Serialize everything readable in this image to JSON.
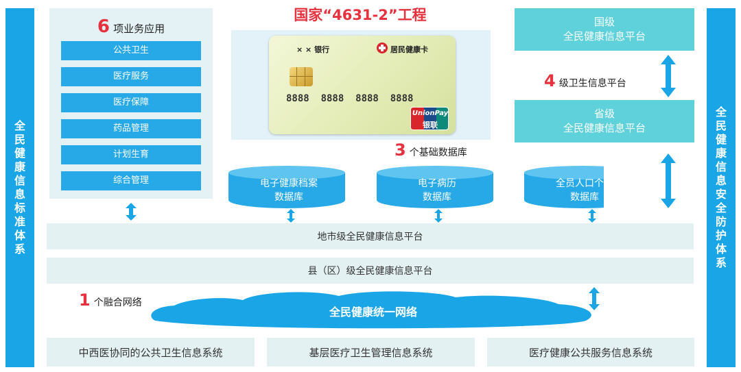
{
  "left_side": {
    "label": "全民健康信息标准体系"
  },
  "right_side": {
    "label": "全民健康信息安全防护体系"
  },
  "title": {
    "text": "国家“4631-2”工程"
  },
  "apps": {
    "number": "6",
    "label": "项业务应用",
    "items": [
      "公共卫生",
      "医疗服务",
      "医疗保障",
      "药品管理",
      "计划生育",
      "综合管理"
    ]
  },
  "card": {
    "bank": "× × 银行",
    "brand": "居民健康卡",
    "number": "8888  8888  8888  8888",
    "unionpay_en": "UnionPay",
    "unionpay_cn": "银联"
  },
  "databases": {
    "number": "3",
    "label": "个基础数据库",
    "items": [
      {
        "line1": "电子健康档案",
        "line2": "数据库"
      },
      {
        "line1": "电子病历",
        "line2": "数据库"
      },
      {
        "line1": "全员人口个案",
        "line2": "数据库"
      }
    ]
  },
  "platforms": {
    "national": {
      "line1": "国级",
      "line2": "全民健康信息平台"
    },
    "level_number": "4",
    "level_label": "级卫生信息平台",
    "provincial": {
      "line1": "省级",
      "line2": "全民健康信息平台"
    },
    "city": "地市级全民健康信息平台",
    "county": "县（区）级全民健康信息平台"
  },
  "network": {
    "number": "1",
    "label": "个融合网络",
    "cloud_text": "全民健康统一网络"
  },
  "bottom_systems": [
    "中西医协同的公共卫生信息系统",
    "基层医疗卫生管理信息系统",
    "医疗健康公共服务信息系统"
  ],
  "colors": {
    "accent_blue": "#1aa6e6",
    "teal": "#5fd1db",
    "red": "#e5323e",
    "panel": "#e4f2f5"
  }
}
